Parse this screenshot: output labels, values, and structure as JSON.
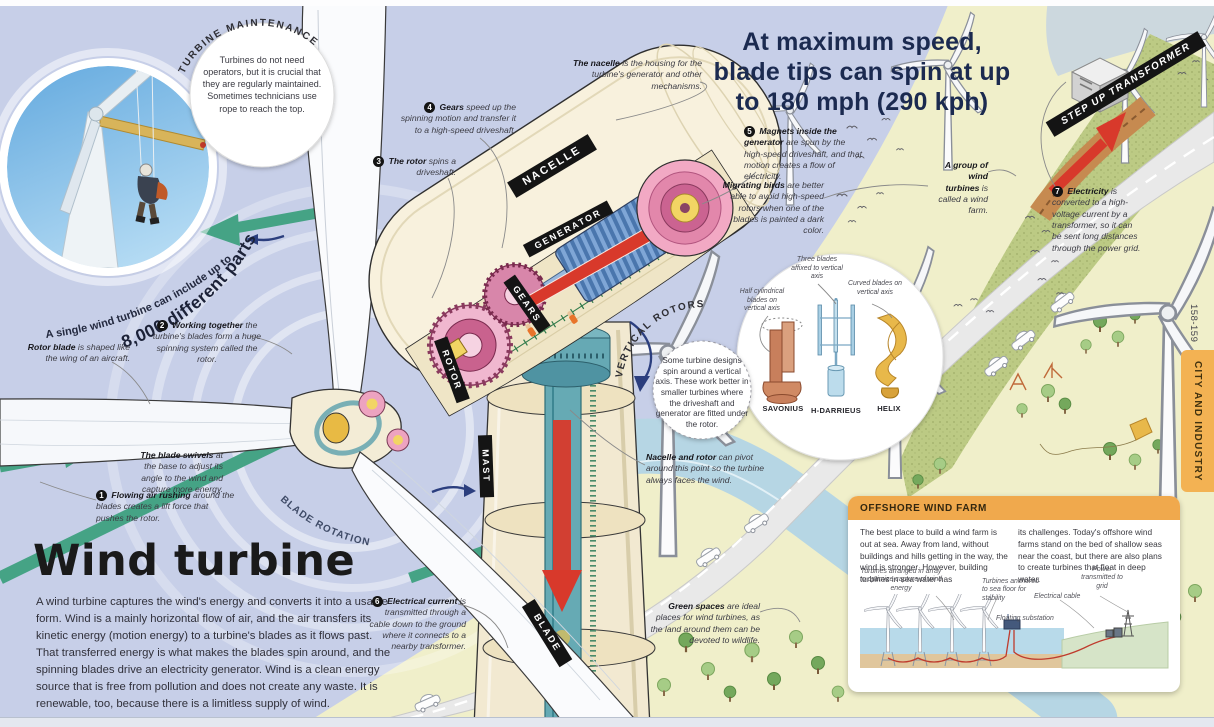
{
  "page": {
    "headline_l1": "At maximum speed,",
    "headline_l2": "blade tips can spin at up",
    "headline_l3": "to 180 mph (290 kph)",
    "page_range": "158-159",
    "section_tab": "CITY AND INDUSTRY",
    "fact_arc_1": "A single wind turbine can include up to",
    "fact_arc_2": "8,000 different parts",
    "blade_rotation_arc": "BLADE ROTATION"
  },
  "maintenance": {
    "arc_title": "TURBINE MAINTENANCE",
    "body": "Turbines do not need operators, but it is crucial that they are regularly maintained. Sometimes technicians use rope to reach the top."
  },
  "title_block": {
    "title": "Wind turbine",
    "body": "A wind turbine captures the wind's energy and converts it into a usable form. Wind is a mainly horizontal flow of air, and the air transfers its kinetic energy (motion energy) to a turbine's blades as it flows past. That transferred energy is what makes the blades spin around, and the spinning blades drive an electricity generator. Wind is a clean energy source that is free from pollution and does not create any waste. It is renewable, too, because there is a limitless supply of wind."
  },
  "part_labels": {
    "nacelle": "NACELLE",
    "generator": "GENERATOR",
    "gears": "GEARS",
    "rotor": "ROTOR",
    "mast": "MAST",
    "blade": "BLADE",
    "transformer": "STEP UP TRANSFORMER"
  },
  "annotations": {
    "n1": {
      "num": "1",
      "lead": "Flowing air rushing",
      "rest": "around the blades creates a lift force that pushes the rotor."
    },
    "n2": {
      "num": "2",
      "lead": "Working together",
      "rest": "the turbine's blades form a huge spinning system called the rotor."
    },
    "n3": {
      "num": "3",
      "lead": "The rotor",
      "rest": "spins a driveshaft."
    },
    "n4": {
      "num": "4",
      "lead": "Gears",
      "rest": "speed up the spinning motion and transfer it to a high-speed driveshaft."
    },
    "n5": {
      "num": "5",
      "lead": "Magnets inside the generator",
      "rest": "are spun by the high-speed driveshaft, and that motion creates a flow of electricity."
    },
    "n6": {
      "num": "6",
      "lead": "Electrical current",
      "rest": "is transmitted through a cable down to the ground where it connects to a nearby transformer."
    },
    "n7": {
      "num": "7",
      "lead": "Electricity",
      "rest": "is converted to a high-voltage current by a transformer, so it can be sent long distances through the power grid."
    }
  },
  "callouts": {
    "nacelle_housing": {
      "lead": "The nacelle",
      "rest": "is the housing for the turbine's generator and other mechanisms."
    },
    "rotor_blade": {
      "lead": "Rotor blade",
      "rest": "is shaped like the wing of an aircraft."
    },
    "blade_swivels": {
      "lead": "The blade swivels",
      "rest": "at the base to adjust its angle to the wind and capture more energy."
    },
    "migrating_birds": {
      "lead": "Migrating birds",
      "rest": "are better able to avoid high-speed rotors when one of the blades is painted a dark color."
    },
    "wind_farm": {
      "lead": "A group of wind turbines",
      "rest": "is called a wind farm."
    },
    "pivot": {
      "lead": "Nacelle and rotor",
      "rest": "can pivot around this point so the turbine always faces the wind."
    },
    "green_spaces": {
      "lead": "Green spaces",
      "rest": "are ideal places for wind turbines, as the land around them can be devoted to wildlife."
    }
  },
  "vertical_rotors": {
    "arc_title": "VERTICAL ROTORS",
    "body": "Some turbine designs spin around a vertical axis. These work better in smaller turbines where the driveshaft and generator are fitted under the rotor.",
    "rotors": [
      {
        "name": "SAVONIUS",
        "note": "Half cylindrical blades on vertical axis"
      },
      {
        "name": "H-DARRIEUS",
        "note": "Three blades affixed to vertical axis"
      },
      {
        "name": "HELIX",
        "note": "Curved blades on vertical axis"
      }
    ]
  },
  "offshore": {
    "title": "OFFSHORE WIND FARM",
    "col1": "The best place to build a wind farm is out at sea. Away from land, without buildings and hills getting in the way, the wind is stronger. However, building turbines in sea water has",
    "col2": "its challenges. Today's offshore wind farms stand on the bed of shallow seas near the coast, but there are also plans to create turbines that float in deep water.",
    "labels": {
      "array": "Turbines arranged in array to optimize capture of wind energy",
      "anchored": "Turbines anchored to sea floor for stability",
      "cable": "Electrical cable",
      "substation": "Floating substation",
      "grid": "Power transmitted to grid"
    }
  },
  "colors": {
    "accent_orange": "#f2b050",
    "label_black": "#141414",
    "arrow_red": "#d8392b",
    "arrow_green": "#45a385",
    "sky": "#c7cfe8",
    "land": "#f0efca"
  }
}
